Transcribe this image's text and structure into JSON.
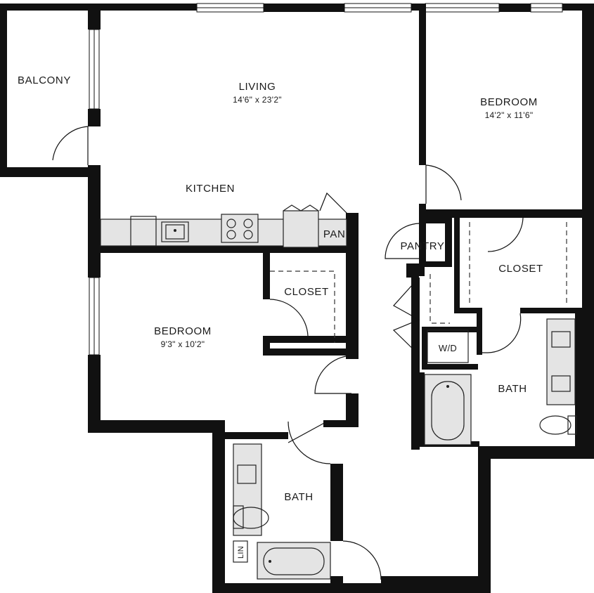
{
  "rooms": {
    "balcony": "BALCONY",
    "living": "LIVING",
    "living_dim": "14'6\" x 23'2\"",
    "bedroom_1": "BEDROOM",
    "bedroom_1_dim": "14'2\" x 11'6\"",
    "kitchen": "KITCHEN",
    "pan": "PAN.",
    "pantry": "PANTRY",
    "closet_1": "CLOSET",
    "closet_2": "CLOSET",
    "bedroom_2": "BEDROOM",
    "bedroom_2_dim": "9'3\" x 10'2\"",
    "wd": "W/D",
    "bath_1": "BATH",
    "bath_2": "BATH",
    "lin": "LIN"
  }
}
